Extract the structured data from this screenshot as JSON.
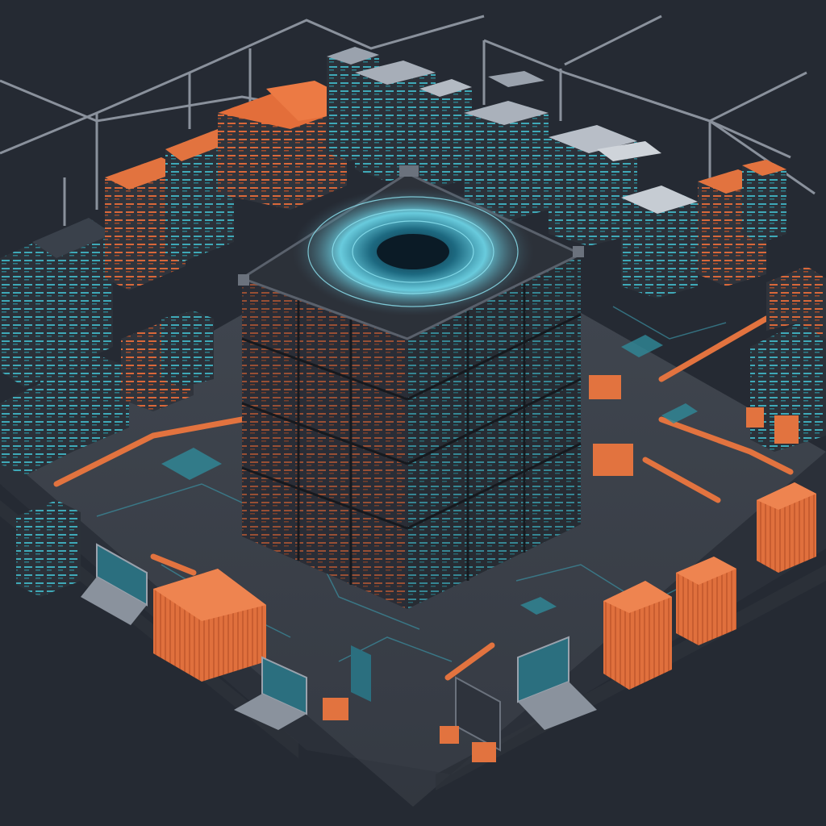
{
  "scene": {
    "description_free": true,
    "colors": {
      "background": "#252a33",
      "floor": "#3b414b",
      "floor_edge": "#2b3038",
      "accent_orange": "#e2733f",
      "accent_teal": "#3fb4c4",
      "rack_dark": "#2e333c",
      "rack_side": "#262a31",
      "glow": "#7fe0f0",
      "pipe": "#8a919c"
    },
    "elements": [
      {
        "kind": "central-server-tower",
        "icon": "server-tower-icon"
      },
      {
        "kind": "holographic-disc",
        "icon": "vortex-icon"
      },
      {
        "kind": "server-rack-row",
        "icon": "rack-icon"
      },
      {
        "kind": "shipping-container",
        "icon": "container-icon"
      },
      {
        "kind": "laptop",
        "icon": "laptop-icon"
      },
      {
        "kind": "cable-conduit",
        "icon": "pipe-icon"
      }
    ]
  }
}
